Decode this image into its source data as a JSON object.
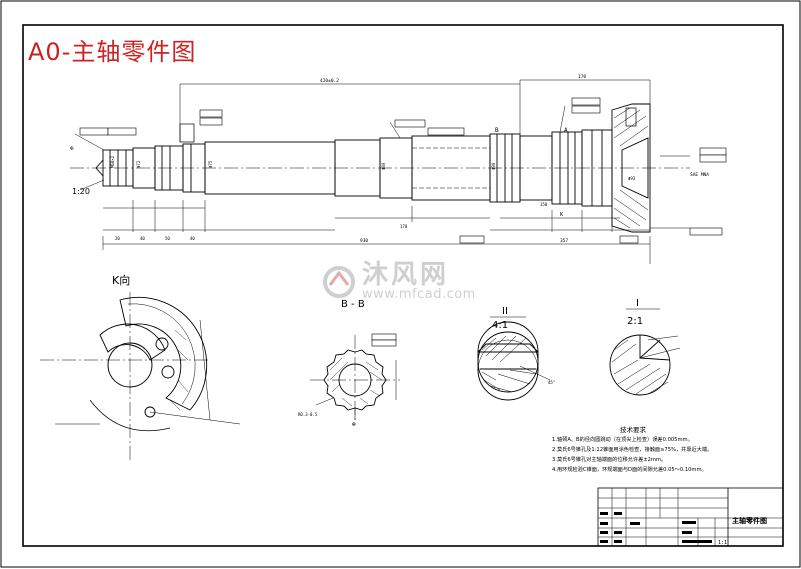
{
  "drawing_title": "A0-主轴零件图",
  "watermark": {
    "name": "沐风网",
    "url": "www.mfcad.com"
  },
  "views": {
    "k_view": "K向",
    "section_bb": "B - B",
    "detail_2_label": "II",
    "detail_2_scale": "4:1",
    "detail_1_label": "I",
    "detail_1_scale": "2:1",
    "taper": "1:20"
  },
  "tech_requirements": {
    "heading": "技术要求",
    "items": [
      "1.轴颈A、B的径向圆跳动（在顶尖上检查）误差0.005mm。",
      "2.莫氏6号锥孔及1:12锥面用涂色检查，接触面≥75%，并靠近大端。",
      "3.莫氏6号锥孔对主轴端面的位移允许差±2mm。",
      "4.用环规检验C锥面，环规端面与D面的间隙允差0.05～0.10mm。"
    ]
  },
  "title_block": {
    "part_name": "主轴零件图",
    "sheet": "1:1"
  },
  "colors": {
    "line": "#000000",
    "title": "#cc2222",
    "watermark": "#cfcfcf"
  }
}
